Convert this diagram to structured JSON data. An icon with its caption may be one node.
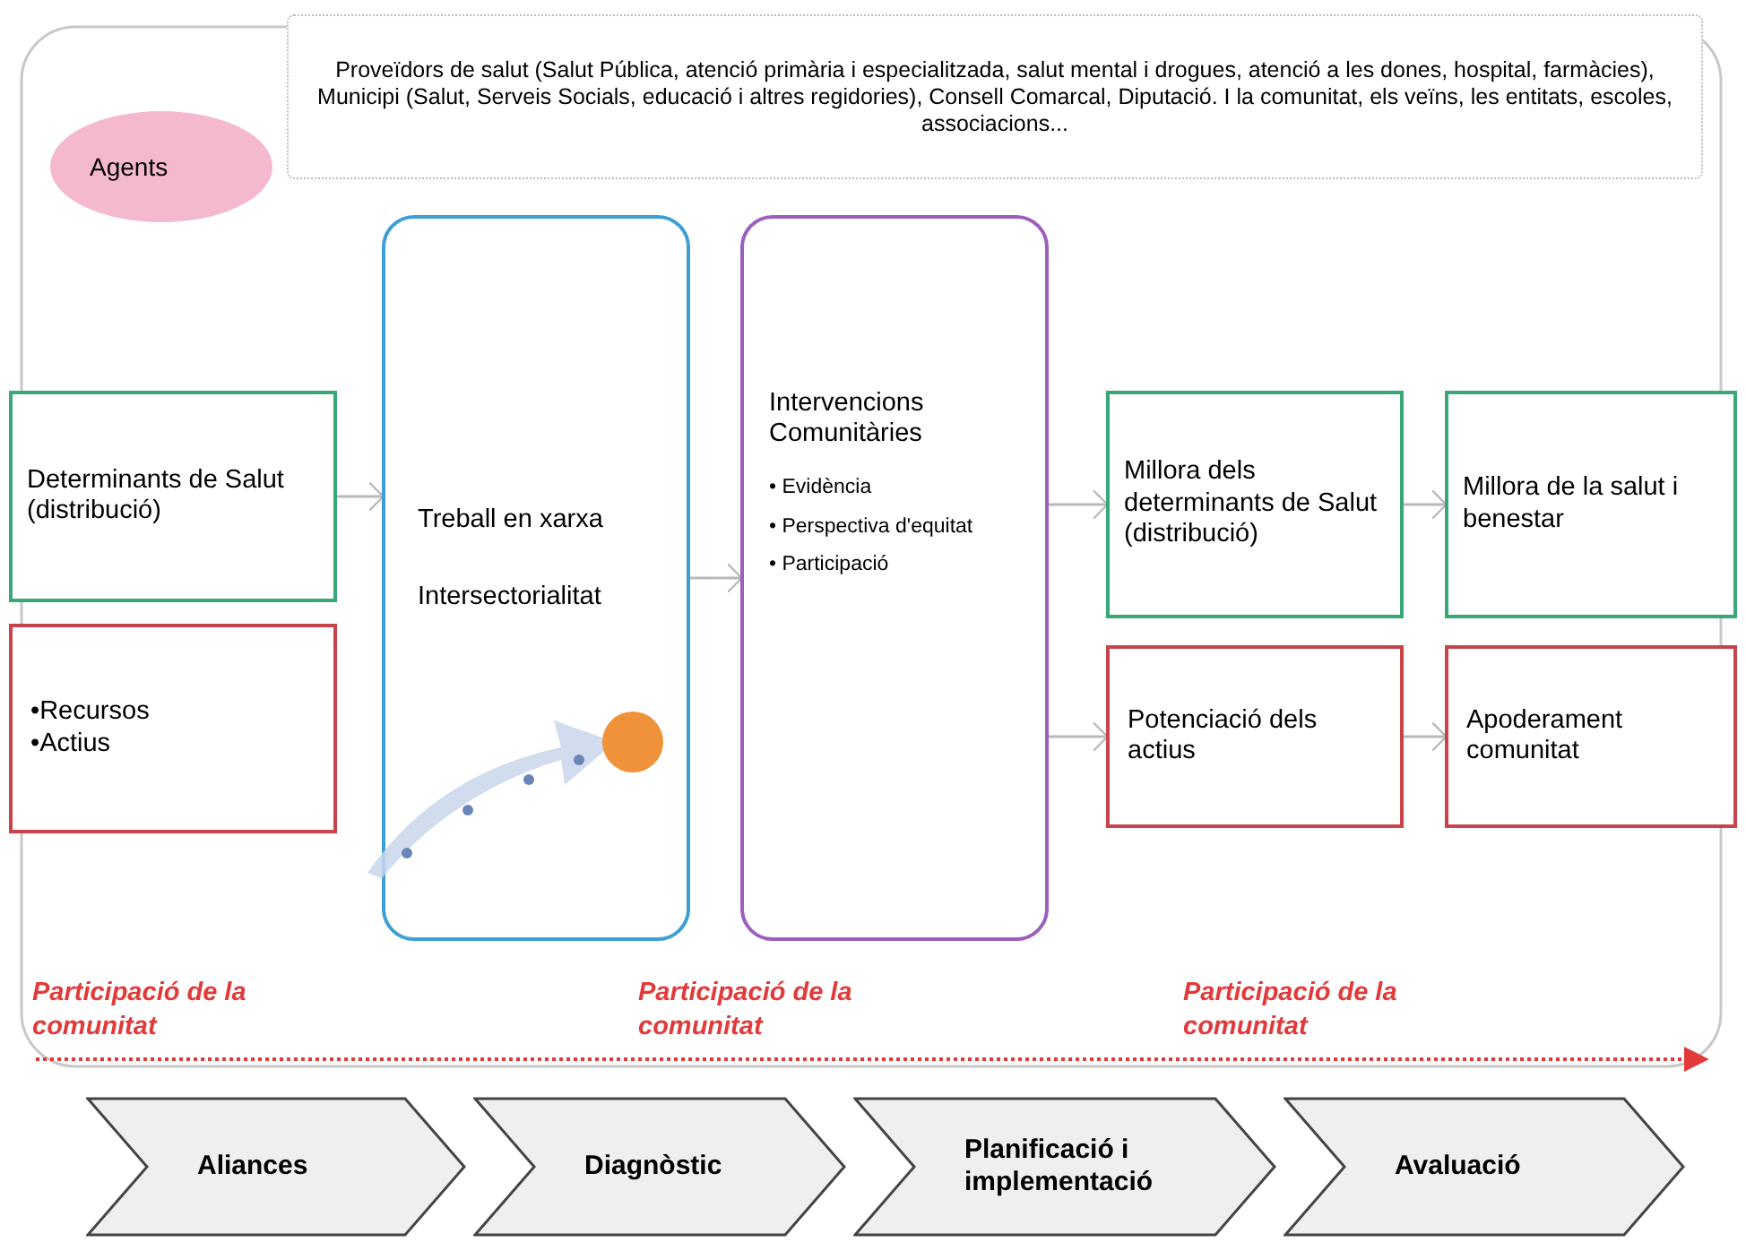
{
  "diagram": {
    "nodes": [
      {
        "text": [
          "Agents"
        ]
      },
      {
        "text": [
          "Proveïdors de salut (Salut Pública, atenció primària i especialitzada, salut mental i drogues, atenció a les dones, hospital, farmàcies), Municipi (Salut, Serveis Socials, educació i altres regidories), Consell Comarcal, Diputació. I la comunitat, els veïns, les entitats, escoles, associacions..."
        ]
      },
      {
        "text": [
          "Determinants de Salut (distribució)"
        ]
      },
      {
        "text": [
          "•Recursos",
          "•Actius"
        ]
      },
      {
        "text": [
          "Treball en xarxa",
          "Intersectorialitat"
        ]
      },
      {
        "text": [
          "Intervencions Comunitàries",
          "• Evidència",
          "• Perspectiva d'equitat",
          "• Participació"
        ]
      },
      {
        "text": [
          "Millora dels determinants de Salut (distribució)"
        ]
      },
      {
        "text": [
          "Potenciació dels actius"
        ]
      },
      {
        "text": [
          "Millora de la salut i benestar"
        ]
      },
      {
        "text": [
          "Apoderament comunitat"
        ]
      },
      {
        "text": [
          "Aliances"
        ]
      },
      {
        "text": [
          "Diagnòstic"
        ]
      },
      {
        "text": [
          "Planificació i implementació"
        ]
      },
      {
        "text": [
          "Avaluació"
        ]
      }
    ],
    "edges": [
      {
        "from": 2,
        "to": 4,
        "arrow": "to"
      },
      {
        "from": 4,
        "to": 5,
        "arrow": "to"
      },
      {
        "from": 5,
        "to": 6,
        "arrow": "to"
      },
      {
        "from": 5,
        "to": 7,
        "arrow": "to"
      },
      {
        "from": 6,
        "to": 8,
        "arrow": "to"
      },
      {
        "from": 7,
        "to": 9,
        "arrow": "to"
      }
    ],
    "labels": [
      "Participació de la comunitat",
      "Participació de la comunitat",
      "Participació de la comunitat"
    ]
  }
}
